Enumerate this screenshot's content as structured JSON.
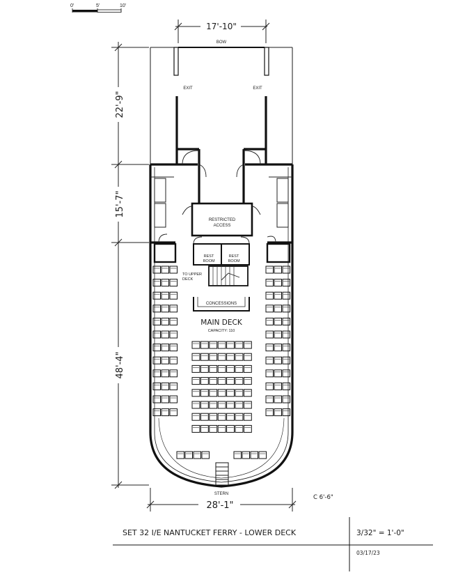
{
  "scale_bar": {
    "labels": [
      "0'",
      "5'",
      "10'"
    ]
  },
  "dimensions": {
    "top_width": "17'-10\"",
    "bow_length": "22'-9\"",
    "mid_length": "15'-7\"",
    "aft_length": "48'-4\"",
    "bottom_width": "28'-1\""
  },
  "labels": {
    "bow": "BOW",
    "exit_left": "EXIT",
    "exit_right": "EXIT",
    "restricted_line1": "RESTRICTED",
    "restricted_line2": "ACCESS",
    "rest_room_left_1": "REST",
    "rest_room_left_2": "ROOM",
    "rest_room_right_1": "REST",
    "rest_room_right_2": "ROOM",
    "upper_deck_1": "TO UPPER",
    "upper_deck_2": "DECK",
    "concessions": "CONCESSIONS",
    "main_deck": "MAIN DECK",
    "capacity": "CAPACITY: 110",
    "stern": "STERN",
    "clearance": "C 6'-6\""
  },
  "title_block": {
    "title": "SET 32 I/E NANTUCKET FERRY - LOWER DECK",
    "scale": "3/32\" = 1'-0\"",
    "date": "03/17/23"
  }
}
